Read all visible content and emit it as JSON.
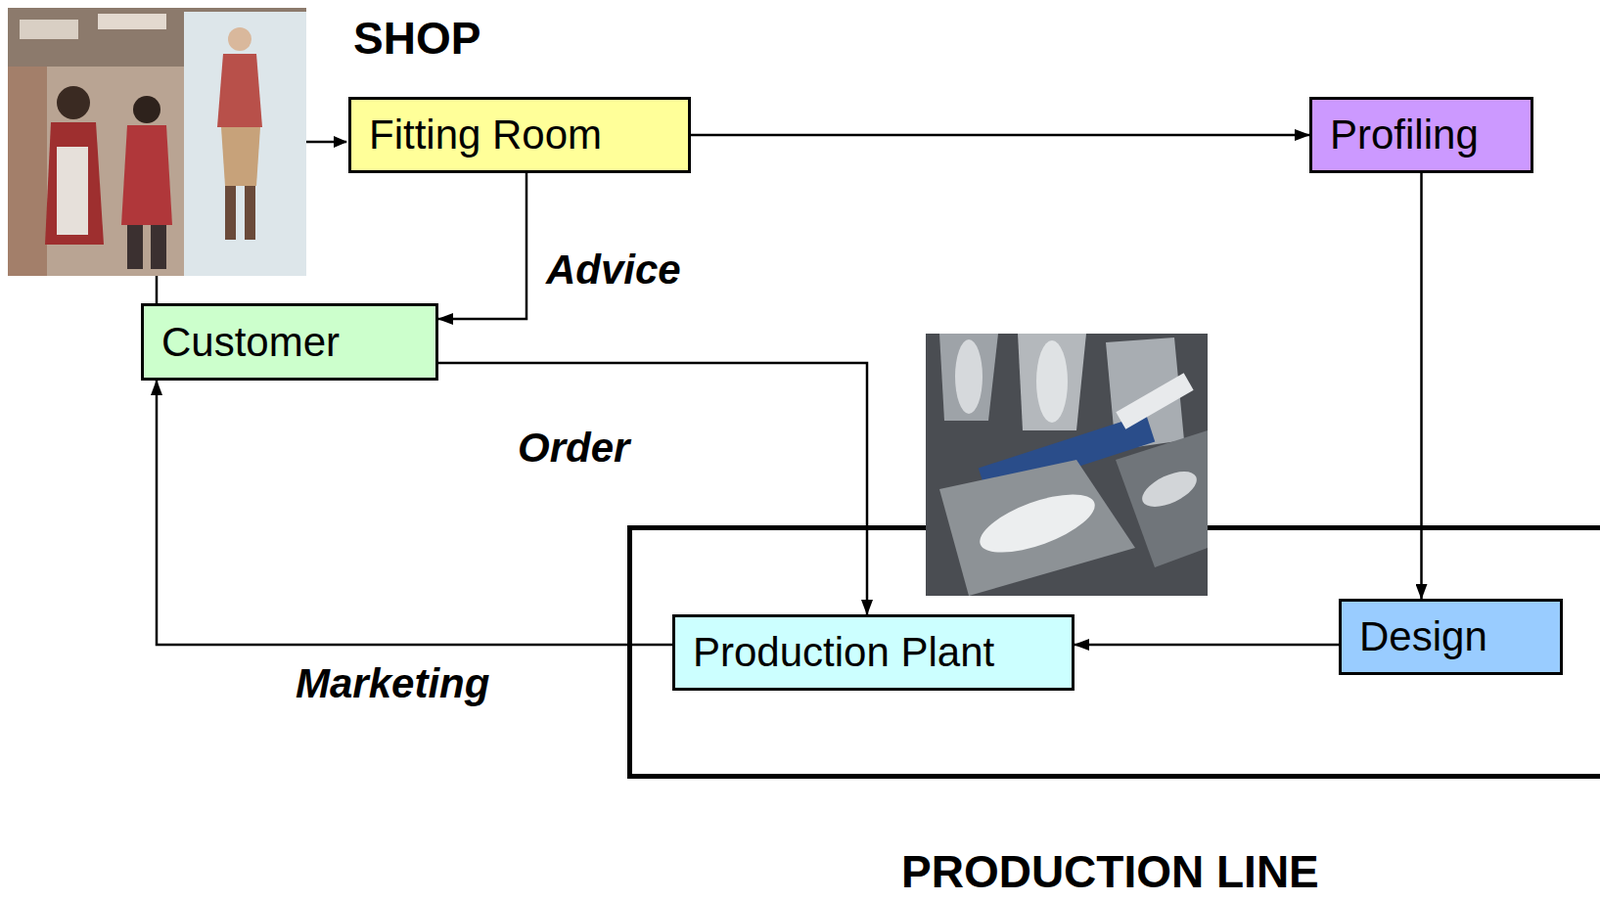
{
  "diagram": {
    "nodes": [
      {
        "text": [
          "Fitting Room"
        ]
      },
      {
        "text": [
          "Profiling"
        ]
      },
      {
        "text": [
          "Customer"
        ]
      },
      {
        "text": [
          "PRODUCTION LINE"
        ]
      },
      {
        "text": [
          "Production Plant"
        ],
        "in": 3
      },
      {
        "text": [
          "Design"
        ],
        "in": 3
      }
    ],
    "edges": [
      {
        "from": 0,
        "to": 1,
        "arrow": "to"
      },
      {
        "from": 0,
        "to": 2,
        "label": "Advice",
        "arrow": "to"
      },
      {
        "from": 2,
        "to": 4,
        "label": "Order",
        "arrow": "to"
      },
      {
        "from": 1,
        "to": 5,
        "arrow": "to"
      },
      {
        "from": 5,
        "to": 4,
        "arrow": "to"
      },
      {
        "from": 4,
        "to": 2,
        "label": "Marketing",
        "arrow": "to"
      }
    ],
    "labels": [
      "SHOP"
    ]
  }
}
